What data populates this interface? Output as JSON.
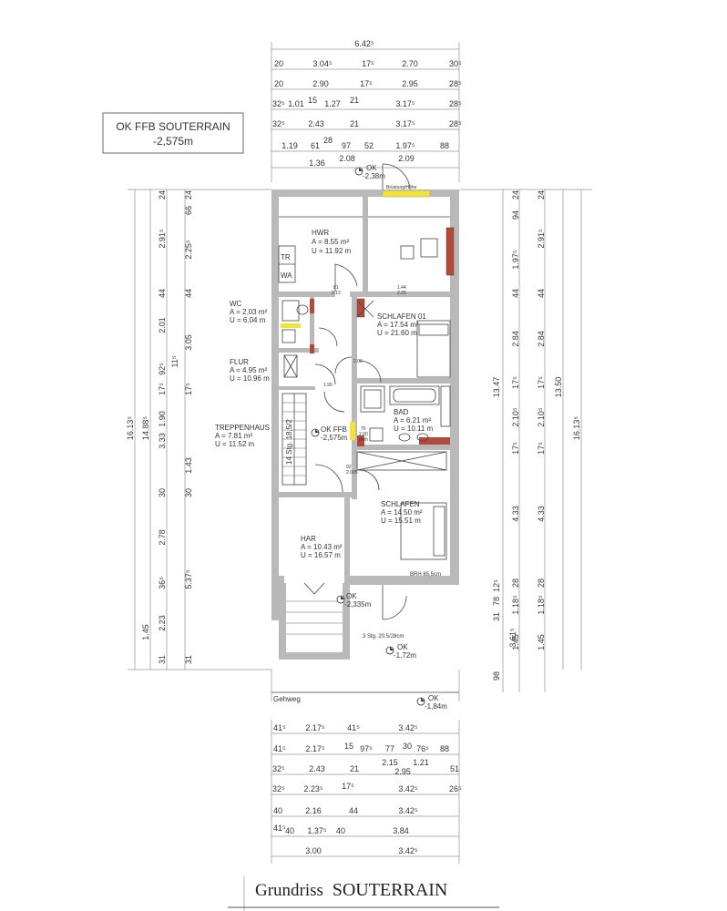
{
  "header_box": {
    "line1": "OK FFB SOUTERRAIN",
    "line2": "-2,575m"
  },
  "title": {
    "prefix": "Grundriss",
    "name": "SOUTERRAIN"
  },
  "top_dims": [
    {
      "row": [
        "6.42⁵"
      ]
    },
    {
      "row": [
        "20",
        "3.04⁵",
        "17⁵",
        "2.70",
        "30⁵"
      ]
    },
    {
      "row": [
        "20",
        "2.90",
        "17⁵",
        "2.95",
        "28⁵"
      ]
    },
    {
      "row": [
        "32⁵",
        "1.01",
        "15",
        "1.27",
        "21",
        "3.17⁵",
        "28⁵"
      ]
    },
    {
      "row": [
        "32⁵",
        "2.43",
        "21",
        "3.17⁵",
        "28⁵"
      ]
    },
    {
      "row": [
        "1.19",
        "61",
        "28",
        "97",
        "52",
        "1.97⁵",
        "88"
      ]
    },
    {
      "row": [
        "1.36",
        "2.08",
        "2.09"
      ]
    }
  ],
  "bottom_dims": [
    {
      "row": [
        "41⁵",
        "2.17⁵",
        "41⁵",
        "3.42⁵"
      ]
    },
    {
      "row": [
        "41⁵",
        "2.17⁵",
        "15",
        "97⁵",
        "77",
        "30",
        "76⁵",
        "88"
      ]
    },
    {
      "row": [
        "2.15",
        "1.21"
      ]
    },
    {
      "row": [
        "32⁵",
        "2.43",
        "21",
        "2.95",
        "51"
      ]
    },
    {
      "row": [
        "32⁵",
        "2.23⁵",
        "17⁵",
        "3.42⁵",
        "26⁵"
      ]
    },
    {
      "row": [
        "40",
        "2.16",
        "44",
        "3.42⁵"
      ]
    },
    {
      "row": [
        "41⁵",
        "40",
        "1.37⁵",
        "40",
        "3.84"
      ]
    },
    {
      "row": [
        "3.00",
        "3.42⁵"
      ]
    }
  ],
  "left_dims": {
    "col1": [
      "16.13⁵"
    ],
    "col2": [
      "14.88⁵"
    ],
    "col3": [
      "24",
      "2.91⁵",
      "44",
      "2.01",
      "92⁵",
      "11⁵",
      "17⁵",
      "1.90",
      "3.33",
      "30",
      "2.78",
      "36⁵",
      "2.23",
      "1.45",
      "31"
    ],
    "col4": [
      "24",
      "66",
      "2.25⁵",
      "44",
      "3.05",
      "17⁵",
      "1.43",
      "30",
      "5.37⁵",
      "31"
    ]
  },
  "right_dims": {
    "col1": [
      "24",
      "94",
      "1.97⁵",
      "44",
      "2.84",
      "17⁵",
      "2.10⁵",
      "17⁵",
      "4.33",
      "28",
      "1.18⁵",
      "1.45"
    ],
    "col2": [
      "24",
      "2.91⁵",
      "44",
      "2.84",
      "17⁵",
      "2.10⁵",
      "17⁵",
      "4.33",
      "28",
      "1.18⁵",
      "1.45"
    ],
    "col3": [
      "13.47",
      "12⁵",
      "78",
      "31",
      "3.61⁵",
      "98"
    ],
    "col4": [
      "13.50"
    ],
    "col5": [
      "16.13⁵"
    ]
  },
  "rooms": {
    "hwr": {
      "name": "HWR",
      "area": "A = 8.55 m²",
      "perim": "U = 11.92 m"
    },
    "wc": {
      "name": "WC",
      "area": "A = 2.03 m²",
      "perim": "U = 6.04 m"
    },
    "flur": {
      "name": "FLUR",
      "area": "A = 4.95 m²",
      "perim": "U = 10.96 m"
    },
    "treppenhaus": {
      "name": "TREPPENHAUS",
      "area": "A = 7.81 m²",
      "perim": "U = 11.52 m"
    },
    "schlafen01": {
      "name": "SCHLAFEN 01",
      "area": "A = 17.54 m²",
      "perim": "U = 21.60 m"
    },
    "bad": {
      "name": "BAD",
      "area": "A = 6.21 m²",
      "perim": "U = 10.11 m"
    },
    "schlafen": {
      "name": "SCHLAFEN",
      "area": "A = 14.50 m²",
      "perim": "U = 15.51 m"
    },
    "har": {
      "name": "HAR",
      "area": "A = 10.43 m²",
      "perim": "U = 16.57 m"
    }
  },
  "levels": {
    "ok_top": {
      "label": "OK",
      "value": "-2,38m"
    },
    "ok_ffb": {
      "label": "OK FFB",
      "value": "-2,575m"
    },
    "ok_mid": {
      "label": "OK",
      "value": "-2,335m"
    },
    "ok_low": {
      "label": "OK",
      "value": "-1,72m"
    },
    "ok_walk": {
      "label": "OK",
      "value": "-1,84m"
    }
  },
  "labels": {
    "tr": "TR",
    "wa": "WA",
    "gehweg": "Gehweg",
    "stairs_inner": "14 Stg. 18,5/2",
    "stairs_outer": "3 Stg. 20,5/28cm",
    "bruestung": "Brüstung/Höhe",
    "brh": "BRH 85,5cm",
    "door_hwr": "81",
    "door_hwr2": "2.13",
    "window_top": "1.44",
    "window_top2": "2.25",
    "door_bad": "76",
    "door_bad2": "2.00",
    "door_bad3": "dreh",
    "door_schl": "92",
    "door_schl2": "2.005",
    "door_flur": "1.95",
    "door_flur2": "2.00"
  }
}
